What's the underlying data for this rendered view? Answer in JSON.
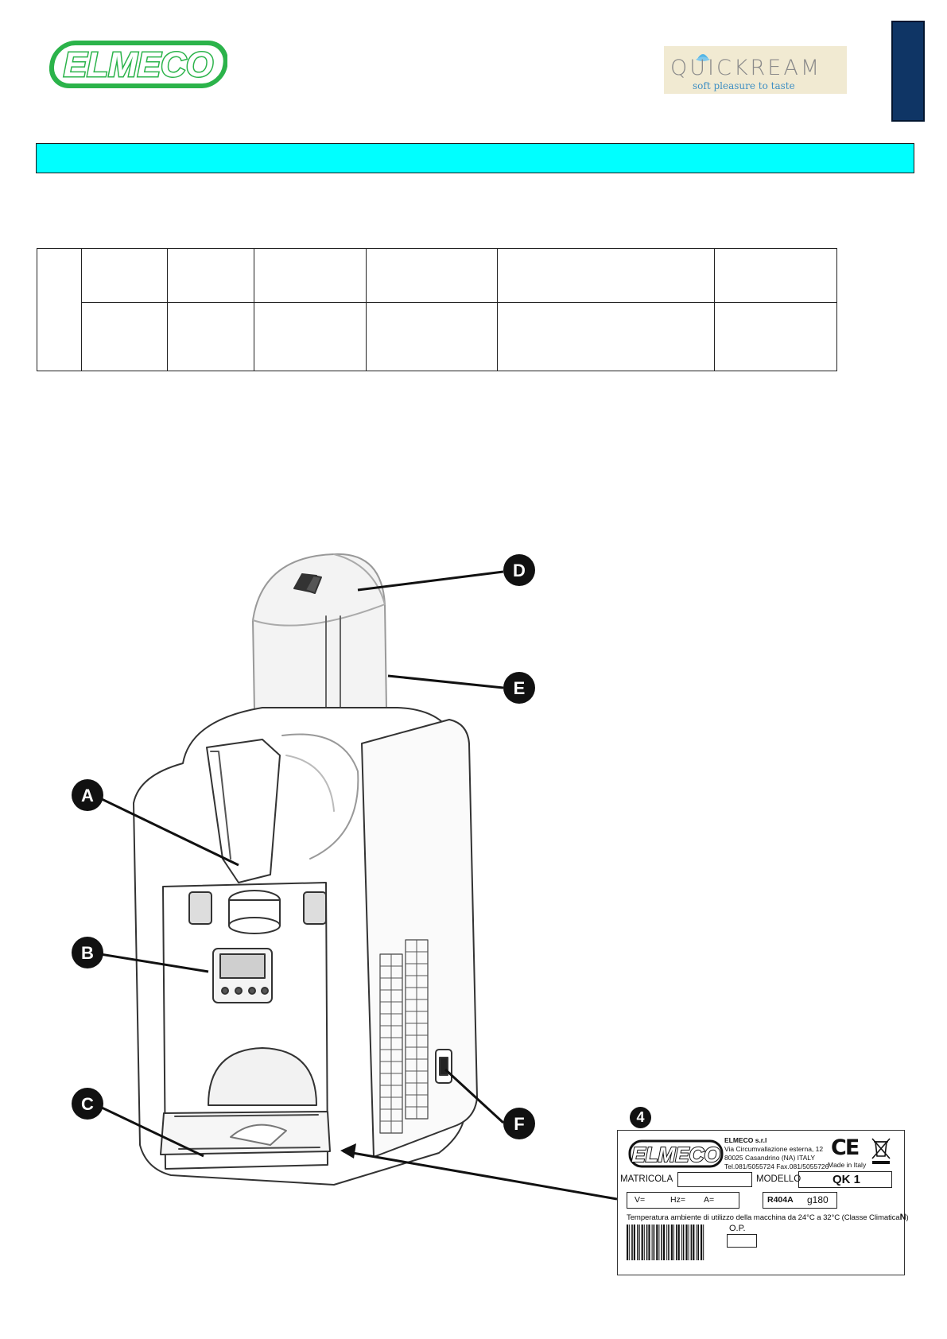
{
  "header": {
    "left_logo": "ELMECO",
    "right_logo_word": "QUICKREAM",
    "right_logo_tagline": "soft pleasure to taste"
  },
  "table": {
    "rows": 2,
    "cols": 7
  },
  "callouts": [
    "A",
    "B",
    "C",
    "D",
    "E",
    "F"
  ],
  "label_number": "4",
  "plate": {
    "logo": "ELMECO",
    "company": "ELMECO s.r.l",
    "address_1": "Via Circumvallazione esterna, 12",
    "address_2": "80025 Casandrino (NA) ITALY",
    "phone": "Tel.081/5055724 Fax.081/5055726",
    "ce": "CE",
    "made_in": "Made in Italy",
    "matricola_label": "MATRICOLA",
    "modello_label": "MODELLO",
    "model": "QK 1",
    "v_label": "V=",
    "hz_label": "Hz=",
    "a_label": "A=",
    "refrigerant": "R404A",
    "charge": "g180",
    "temperature_note": "Temperatura ambiente di utilizzo della macchina da 24°C a 32°C (Classe Climatica",
    "climate_class": "N",
    "op_label": "O.P."
  },
  "colors": {
    "elmeco_green": "#2bb34a",
    "cyan_bar": "#00ffff",
    "side_tab": "#0f3565",
    "quickream_bg": "#f1ead2",
    "quickream_text": "#8a8a8a",
    "quickream_tagline": "#3f8fc3"
  }
}
